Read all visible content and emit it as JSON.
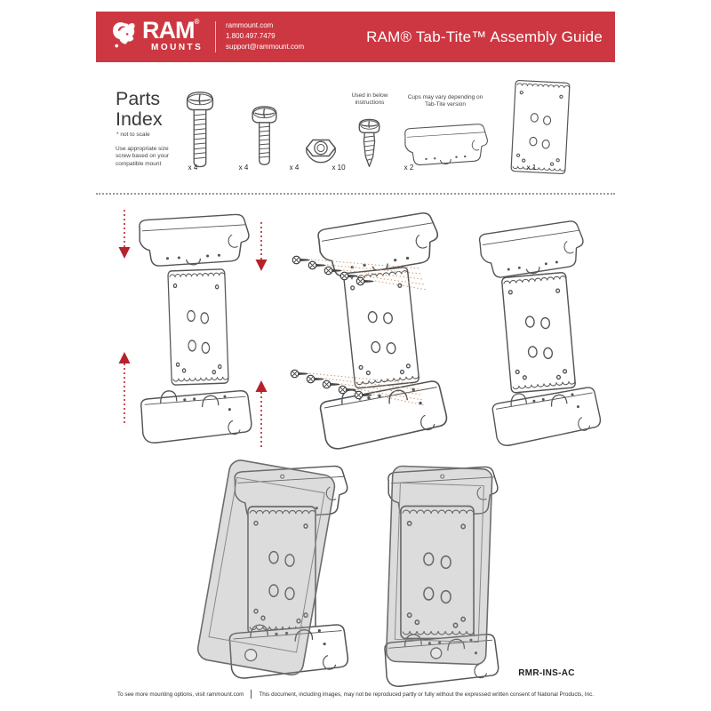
{
  "header": {
    "brand": {
      "name": "RAM",
      "reg": "®",
      "sub": "MOUNTS"
    },
    "contact": {
      "website": "rammount.com",
      "phone": "1.800.497.7479",
      "email": "support@rammount.com"
    },
    "title": "RAM® Tab-Tite™ Assembly Guide"
  },
  "parts_index": {
    "title": "Parts Index",
    "scale_note": "* not to scale",
    "description": "Use appropriate size screw based on your compatible mount",
    "parts": [
      {
        "name": "long-machine-screw",
        "qty": "x 4"
      },
      {
        "name": "short-machine-screw",
        "qty": "x 4"
      },
      {
        "name": "nylock-nut",
        "qty": "x 4"
      },
      {
        "name": "self-tapping-screw",
        "qty": "x 10",
        "note": "Used in below instructions"
      },
      {
        "name": "tab-tite-cup",
        "qty": "x 2",
        "note": "Cups may vary depending on Tab-Tite version"
      },
      {
        "name": "backplate",
        "qty": "x 1"
      }
    ]
  },
  "footer": {
    "part_number": "RMR-INS-AC",
    "note_left": "To see more mounting options, visit rammount.com",
    "note_right": "This document, including images, may not be reproduced partly or fully without the expressed written consent of National Products, Inc."
  },
  "colors": {
    "header_red": "#cd3741",
    "arrow_red": "#b5222c",
    "guide_orange": "#cf9a7a",
    "line_gray": "#555555"
  }
}
